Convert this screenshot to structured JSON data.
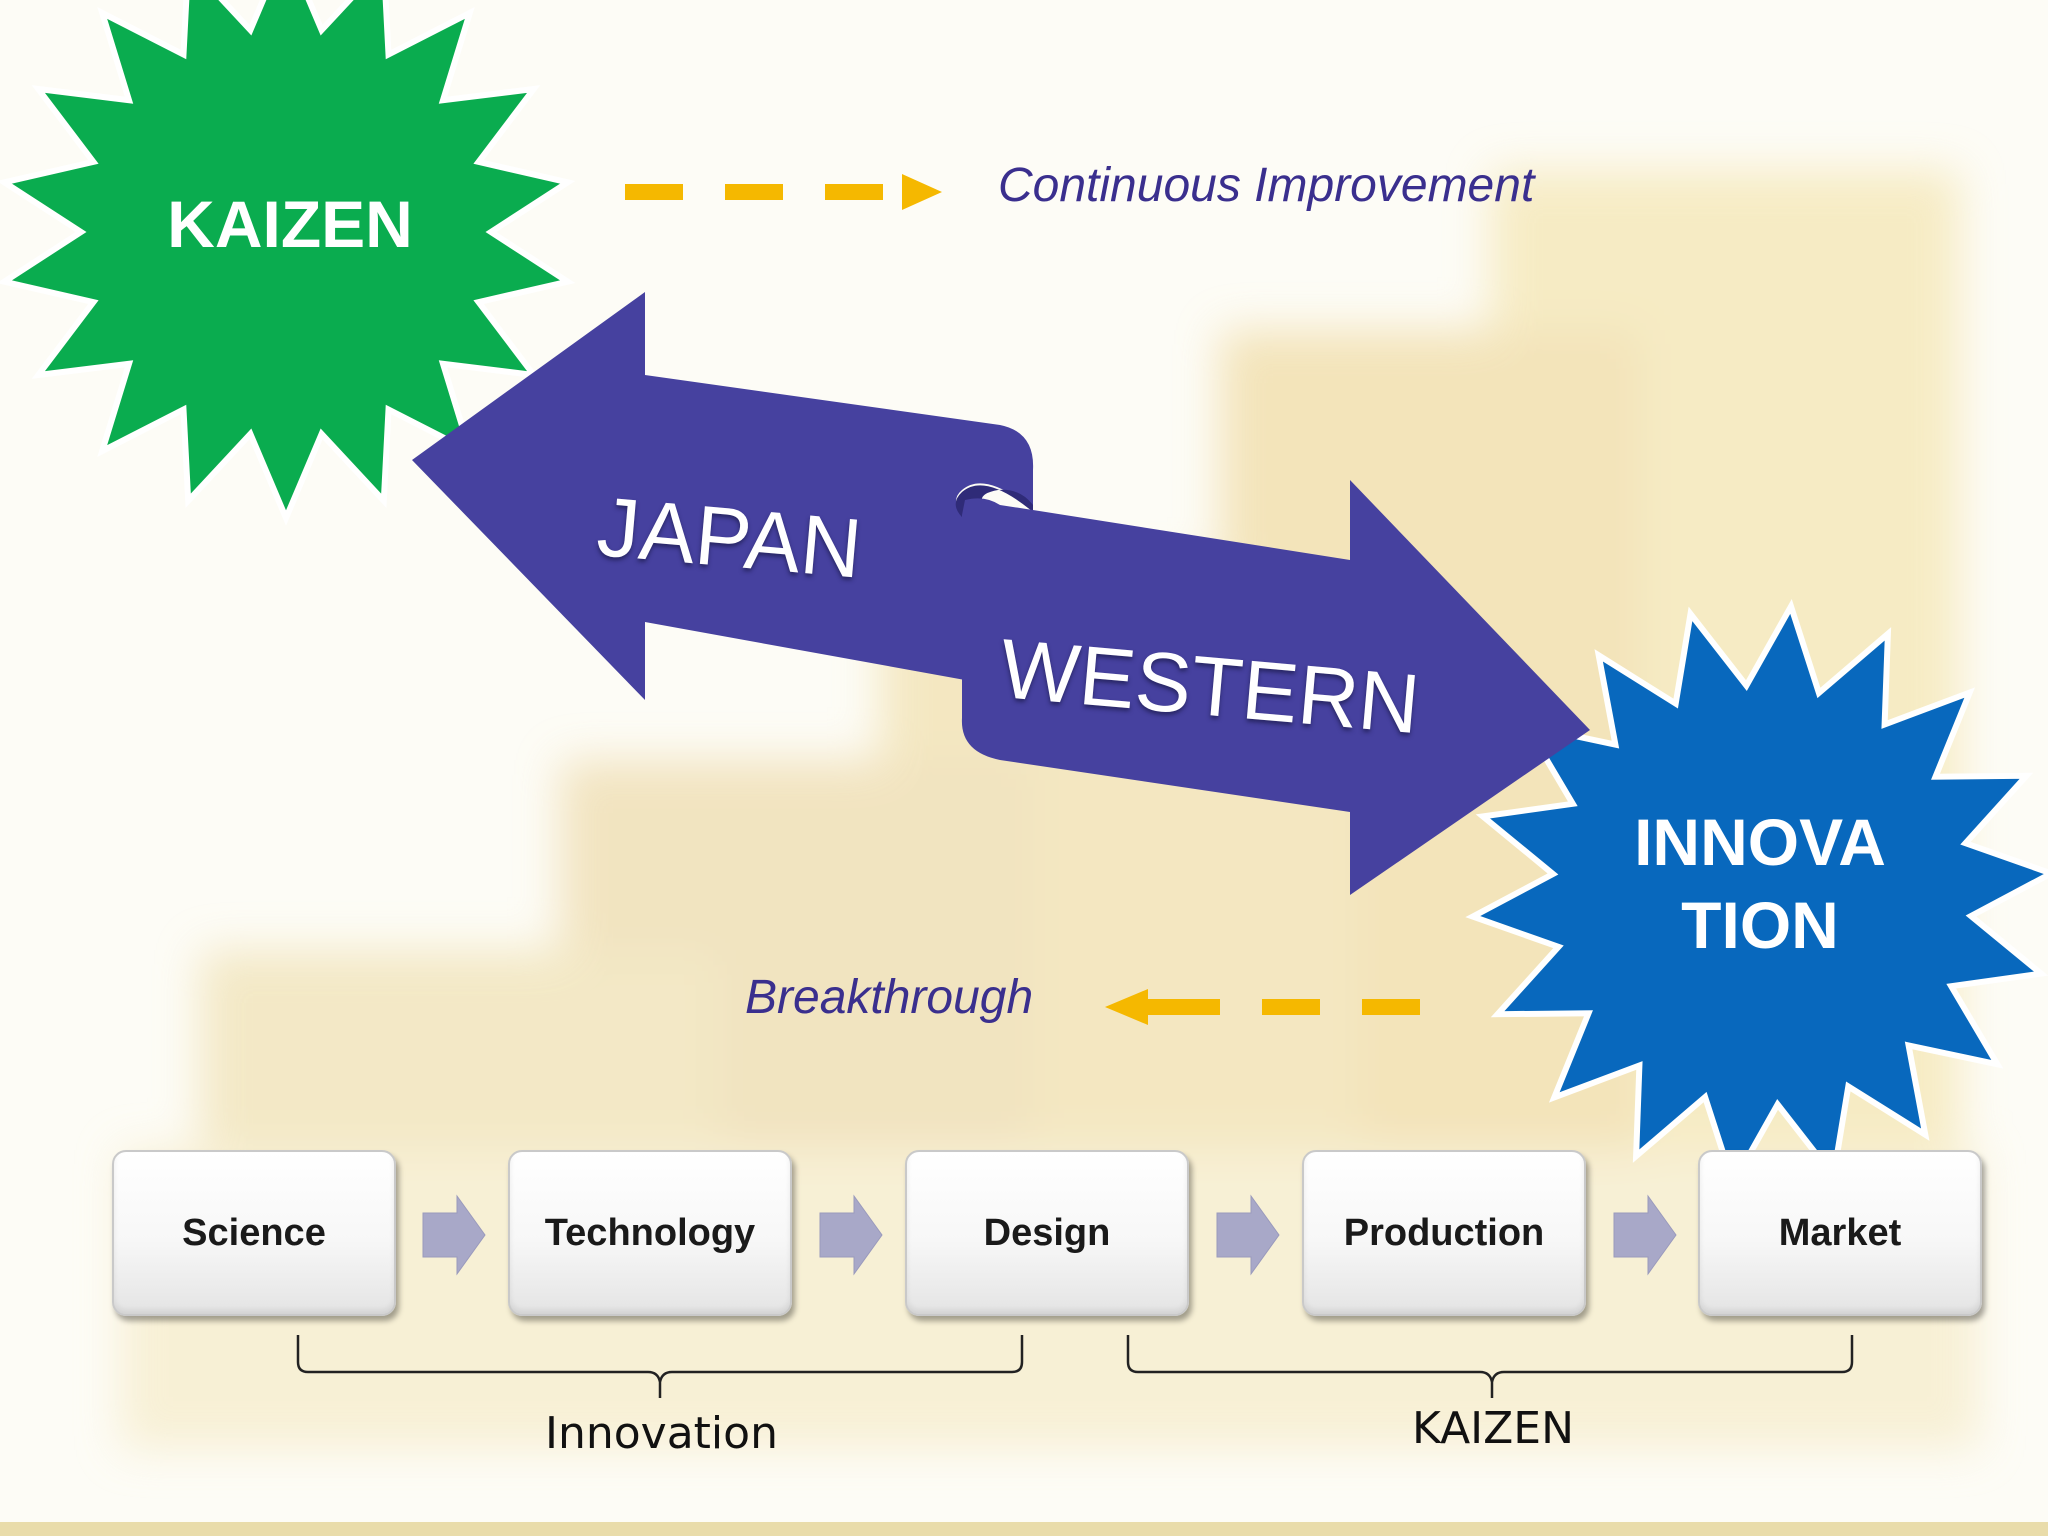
{
  "bursts": {
    "kaizen": {
      "label": "KAIZEN",
      "color": "#0aac4f"
    },
    "innovation": {
      "line1": "INNOVA",
      "line2": "TION",
      "color": "#0868bd"
    }
  },
  "arrows": {
    "japan": "JAPAN",
    "western": "WESTERN",
    "color": "#46419f"
  },
  "notes": {
    "continuous_improvement": "Continuous Improvement",
    "breakthrough": "Breakthrough",
    "dash_color": "#f5b800"
  },
  "process": {
    "steps": [
      "Science",
      "Technology",
      "Design",
      "Production",
      "Market"
    ]
  },
  "braces": {
    "innovation": "Innovation",
    "kaizen": "KAIZEN"
  }
}
